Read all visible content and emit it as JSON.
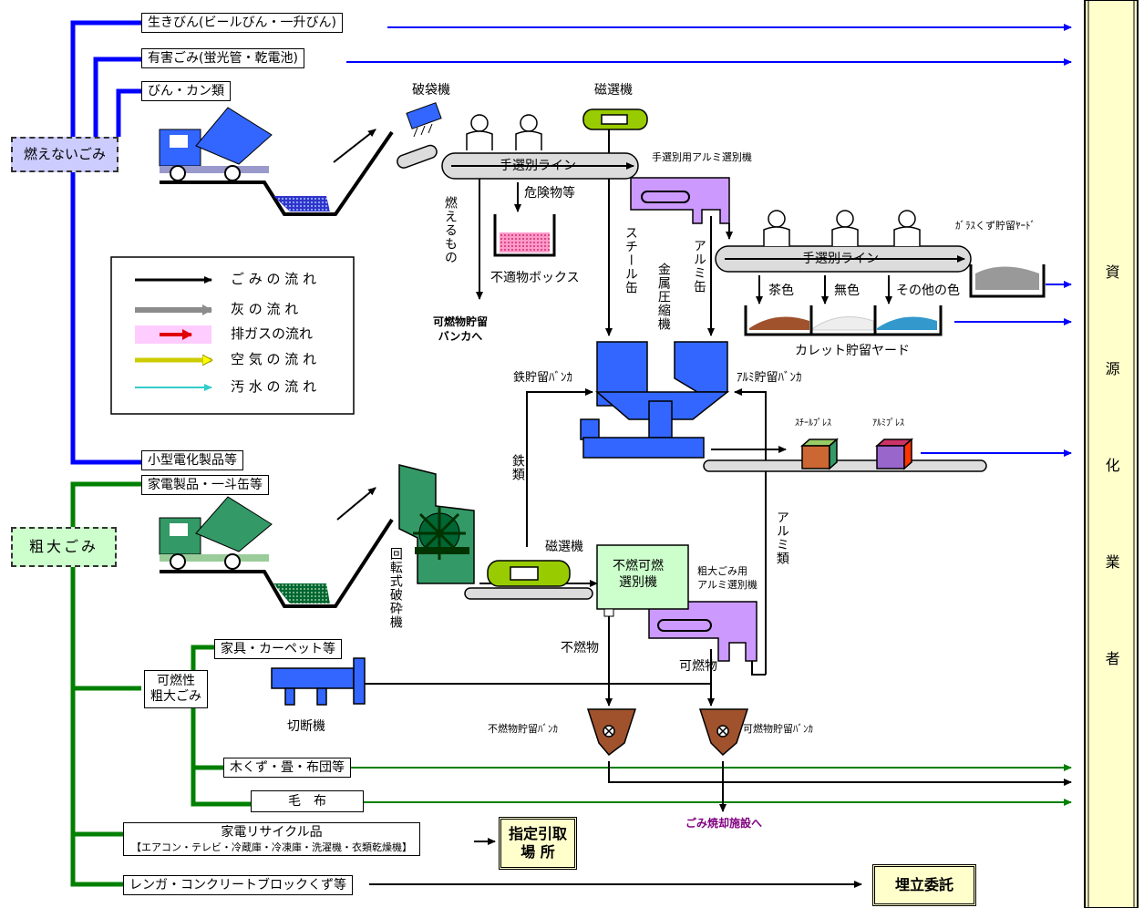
{
  "categories": {
    "non_burnable": "燃えないごみ",
    "bulky": "粗大ごみ"
  },
  "streams": {
    "reusable_bottles": "生きびん(ビールびん・一升びん)",
    "hazardous": "有害ごみ(蛍光管・乾電池)",
    "bottles_cans": "びん・カン類",
    "small_appliances": "小型電化製品等",
    "appliances_cans": "家電製品・一斗缶等",
    "burnable_bulky": "可燃性\n粗大ごみ",
    "furniture": "家具・カーペット等",
    "wood_tatami": "木くず・畳・布団等",
    "blankets": "毛　布",
    "recycle_appliances_title": "家電リサイクル品",
    "recycle_appliances_detail": "【エアコン・テレビ・冷蔵庫・冷凍庫・洗濯機・衣類乾燥機】",
    "bricks": "レンガ・コンクリートブロックくず等"
  },
  "equipment": {
    "bag_breaker": "破袋機",
    "magnet1": "磁選機",
    "hand_line1": "手選別ライン",
    "alu_sorter_hand": "手選別用アルミ選別機",
    "hazardous_items": "危険物等",
    "burnables": "燃えるもの",
    "unsuitable_box": "不適物ボックス",
    "to_burnable_bunker": "可燃物貯留\nバンカへ",
    "steel_cans": "スチール缶",
    "metal_compressor": "金属圧縮機",
    "alu_cans": "アルミ缶",
    "hand_line2": "手選別ライン",
    "glass_yard": "ｶﾞﾗｽくず貯留ﾔｰﾄﾞ",
    "brown": "茶色",
    "clear": "無色",
    "other_colors": "その他の色",
    "cullet_yard": "カレット貯留ヤード",
    "iron_bunker": "鉄貯留ﾊﾞﾝｶ",
    "alu_bunker": "ｱﾙﾐ貯留ﾊﾞﾝｶ",
    "steel_press": "ｽﾁｰﾙﾌﾟﾚｽ",
    "alu_press": "ｱﾙﾐﾌﾟﾚｽ",
    "iron": "鉄類",
    "rotary_crusher": "回転式破砕機",
    "magnet2": "磁選機",
    "sorter": "不燃可燃\n選別機",
    "alu_class": "アルミ類",
    "bulky_alu_sorter": "粗大ごみ用\nアルミ選別機",
    "incombustibles": "不燃物",
    "combustibles": "可燃物",
    "cutter": "切断機",
    "incomb_bunker": "不燃物貯留ﾊﾞﾝｶ",
    "comb_bunker": "可燃物貯留ﾊﾞﾝｶ",
    "to_incineration": "ごみ焼却施設へ"
  },
  "destinations": {
    "designated_site": "指定引取\n場 所",
    "landfill": "埋立委託",
    "resource_dealer": "資源化業者"
  },
  "legend": [
    {
      "label": "ご み の 流 れ",
      "color": "#000000"
    },
    {
      "label": "灰 の 流 れ",
      "color": "#8c8c8c"
    },
    {
      "label": "排ガスの流れ",
      "color": "#e00000"
    },
    {
      "label": "空 気 の 流 れ",
      "color": "#ffff00"
    },
    {
      "label": "汚 水 の 流 れ",
      "color": "#33cccc"
    }
  ],
  "colors": {
    "blue_flow": "#0000ff",
    "green_flow": "#008000",
    "dealer_bg": "#ffffcc",
    "equip_blue": "#3366ff",
    "equip_purple": "#cc99ff",
    "equip_green": "#339966",
    "magnet_green": "#99cc00",
    "bunker_brown": "#a0522d"
  }
}
